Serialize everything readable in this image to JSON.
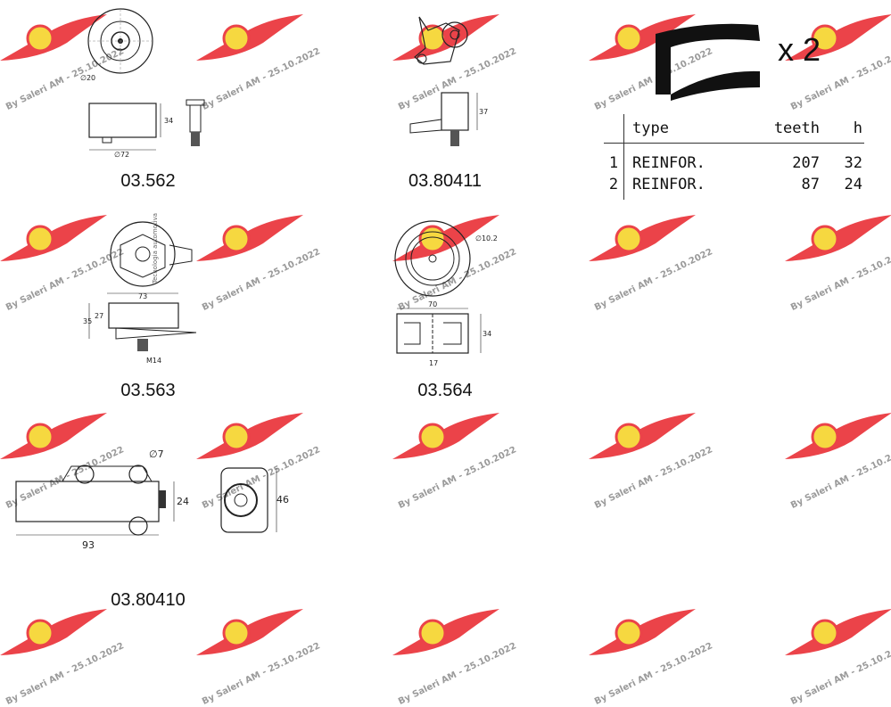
{
  "watermark": {
    "text": "By Saleri AM - 25.10.2022",
    "logo_colors": {
      "wing": "#e8232a",
      "emblem": "#f5d21f"
    }
  },
  "parts": [
    {
      "id": "p1",
      "number": "03.562",
      "dims": {
        "diameter": "∅20",
        "width": "∅72",
        "height": "34"
      }
    },
    {
      "id": "p2",
      "number": "03.80411",
      "dims": {
        "height": "37"
      }
    },
    {
      "id": "p3",
      "number": "03.563",
      "dims": {
        "width": "73",
        "h1": "35",
        "h2": "27",
        "thread": "M14",
        "side_note": "Tecnologia automotiva"
      }
    },
    {
      "id": "p4",
      "number": "03.564",
      "dims": {
        "diameter": "∅10.2",
        "width": "70",
        "height": "34",
        "slot": "17"
      }
    },
    {
      "id": "p5",
      "number": "03.80410",
      "dims": {
        "hole": "∅7",
        "height": "24",
        "length": "93",
        "side_h": "46"
      }
    }
  ],
  "belt": {
    "quantity": "x 2",
    "headers": {
      "type": "type",
      "teeth": "teeth",
      "h": "h"
    },
    "rows": [
      {
        "idx": "1",
        "type": "REINFOR.",
        "teeth": "207",
        "h": "32"
      },
      {
        "idx": "2",
        "type": "REINFOR.",
        "teeth": "87",
        "h": "24"
      }
    ]
  }
}
